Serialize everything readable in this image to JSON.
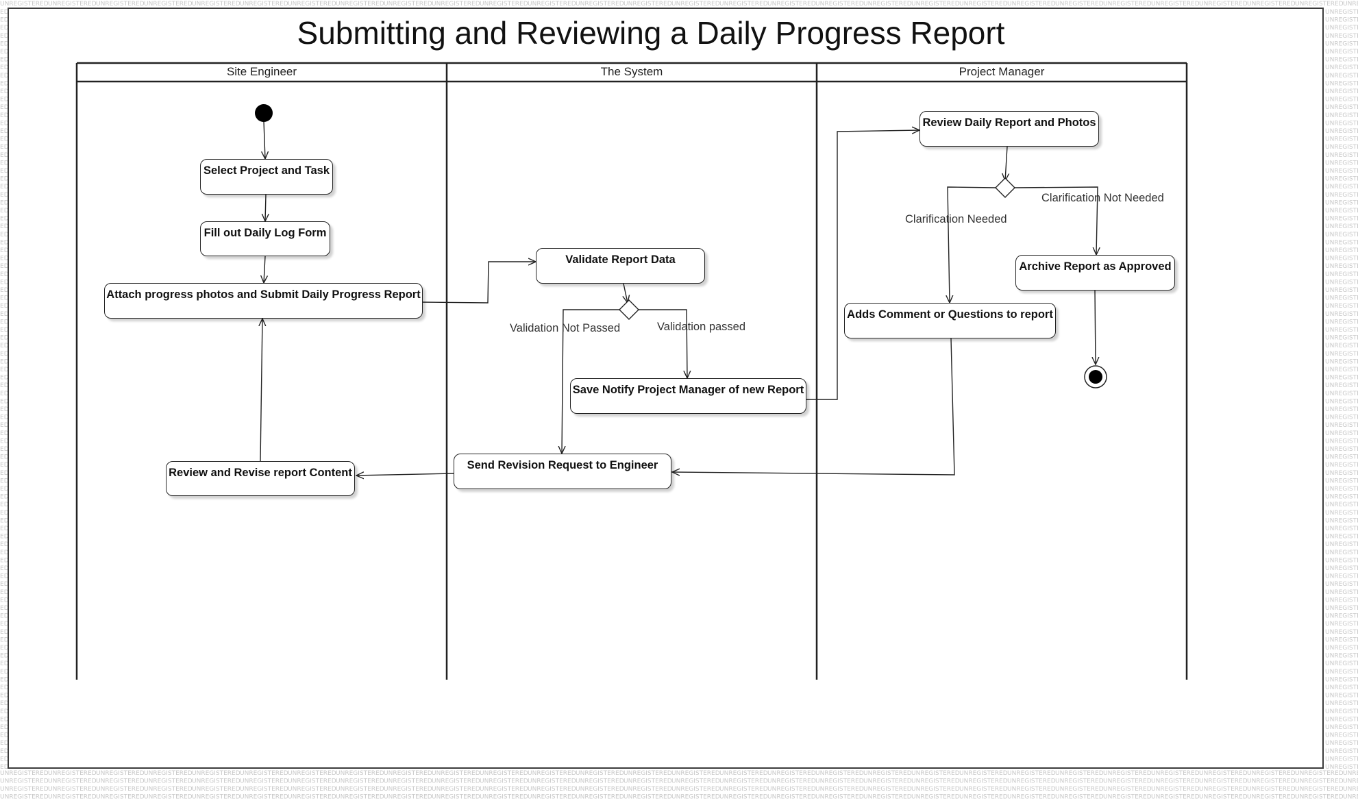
{
  "diagram": {
    "title": "Submitting and Reviewing a Daily Progress Report",
    "watermark_text": "UNREGISTERED",
    "lanes": [
      {
        "name": "Site Engineer"
      },
      {
        "name": "The System"
      },
      {
        "name": "Project Manager"
      }
    ],
    "actions": {
      "select_project": "Select Project and Task",
      "fill_log": "Fill out Daily Log Form",
      "attach_submit": "Attach progress photos and Submit Daily Progress Report",
      "review_revise": "Review and Revise report Content",
      "validate": "Validate Report Data",
      "save_notify": "Save Notify Project Manager of new Report",
      "send_revision": "Send Revision Request to Engineer",
      "review_report": "Review Daily Report and Photos",
      "archive": "Archive Report as Approved",
      "add_comment": "Adds Comment or Questions to report"
    },
    "guards": {
      "validation_not_passed": "Validation Not Passed",
      "validation_passed": "Validation passed",
      "clarification_needed": "Clarification Needed",
      "clarification_not_needed": "Clarification Not Needed"
    },
    "colors": {
      "line": "#222222",
      "node_fill": "#000000",
      "watermark": "#c8c8c8"
    }
  }
}
